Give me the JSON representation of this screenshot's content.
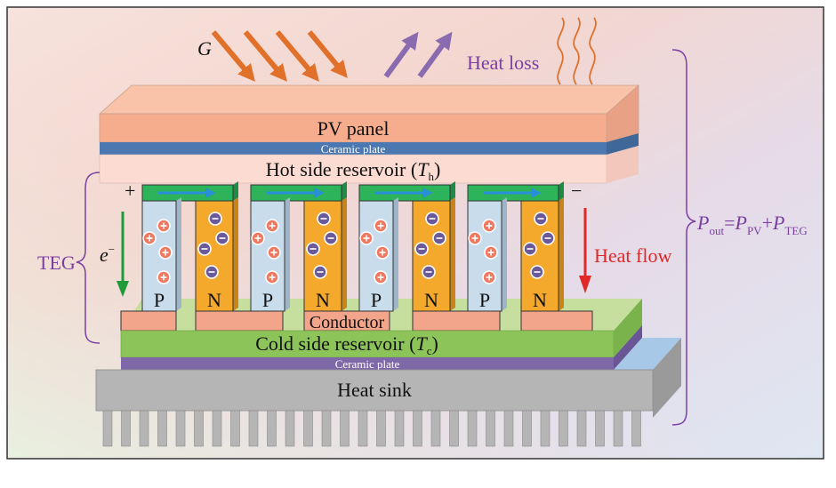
{
  "labels": {
    "irradiance": "G",
    "heat_loss": "Heat loss",
    "pv_panel": "PV panel",
    "ceramic_plate_top": "Ceramic plate",
    "hot_side": "Hot side reservoir (",
    "hot_T": "T",
    "hot_sub": "h",
    "hot_close": ")",
    "plus": "+",
    "minus": "−",
    "electron": "e",
    "electron_sup": "−",
    "teg": "TEG",
    "heat_flow": "Heat flow",
    "p_label": "P",
    "n_label": "N",
    "conductor": "Conductor",
    "cold_side": "Cold side reservoir (",
    "cold_T": "T",
    "cold_sub": "c",
    "cold_close": ")",
    "ceramic_plate_bottom": "Ceramic plate",
    "heat_sink": "Heat sink",
    "eq_P": "P",
    "eq_out": "out",
    "eq_eq": "=",
    "eq_P2": "P",
    "eq_pv": "PV",
    "eq_plus": "+",
    "eq_P3": "P",
    "eq_teg": "TEG"
  },
  "colors": {
    "pv_panel": "#f5ad8e",
    "ceramic_plate": "#4b78b0",
    "hot_side": "#fbdbd2",
    "cold_side": "#8cc45a",
    "ceramic_bottom": "#7e68a8",
    "heat_sink": "#b5b5b5",
    "p_leg": "#c8dcec",
    "n_leg": "#f4a82c",
    "top_conductor": "#2db35a",
    "bottom_conductor": "#f2a58a",
    "current_arrow": "#2a8fd8",
    "sun_arrow": "#e0702a",
    "loss_arrow": "#8a6bb0",
    "heat_flow_arrow": "#e02828",
    "electron_arrow": "#1f9a3a",
    "label_purple": "#7a3fa0"
  }
}
